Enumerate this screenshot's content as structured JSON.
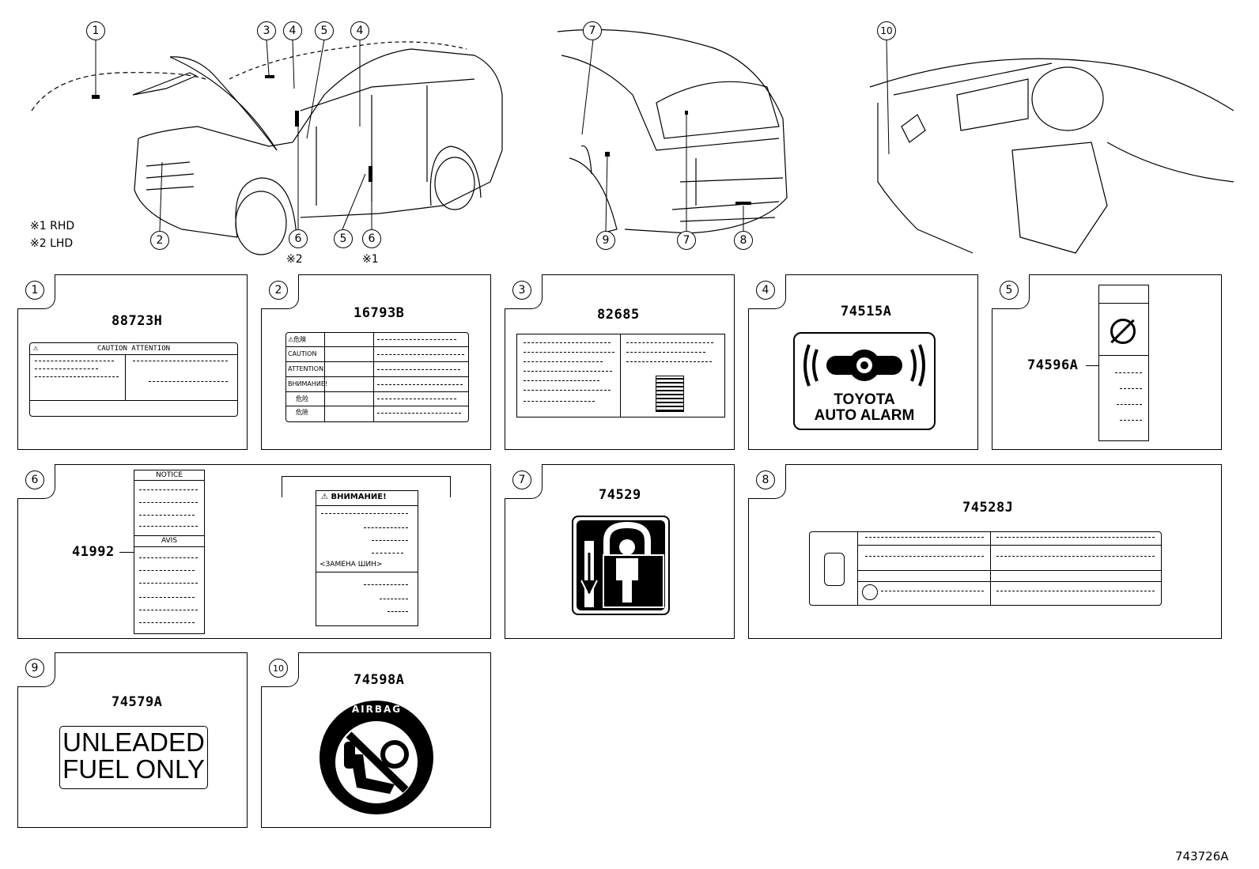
{
  "figure_id": "743726A",
  "notes": [
    {
      "mark": "※1",
      "text": "RHD"
    },
    {
      "mark": "※2",
      "text": "LHD"
    }
  ],
  "callouts": {
    "front": [
      "1",
      "3",
      "4",
      "5",
      "4",
      "2",
      "6",
      "5",
      "6"
    ],
    "front_marks": [
      "※2",
      "※1"
    ],
    "rear": [
      "7",
      "9",
      "7",
      "8"
    ],
    "interior": [
      "10"
    ]
  },
  "panels": [
    {
      "num": "1",
      "part": "88723H",
      "label_text": "CAUTION ATTENTION"
    },
    {
      "num": "2",
      "part": "16793B",
      "label_rows": [
        "⚠危険",
        "CAUTION",
        "ATTENTION",
        "ВНИМАНИЕ!",
        "危险",
        "危險"
      ]
    },
    {
      "num": "3",
      "part": "82685"
    },
    {
      "num": "4",
      "part": "74515A",
      "label_line1": "TOYOTA",
      "label_line2": "AUTO ALARM"
    },
    {
      "num": "5",
      "part": "74596A"
    },
    {
      "num": "6",
      "part": "41992",
      "label_a": "NOTICE",
      "label_b": "AVIS",
      "label_ru": "⚠ ВНИМАНИЕ!",
      "label_ru2": "<ЗАМЕНА ШИН>"
    },
    {
      "num": "7",
      "part": "74529"
    },
    {
      "num": "8",
      "part": "74528J"
    },
    {
      "num": "9",
      "part": "74579A",
      "label_line1": "UNLEADED",
      "label_line2": "FUEL ONLY"
    },
    {
      "num": "10",
      "part": "74598A",
      "label_ring": "AIRBAG"
    }
  ]
}
